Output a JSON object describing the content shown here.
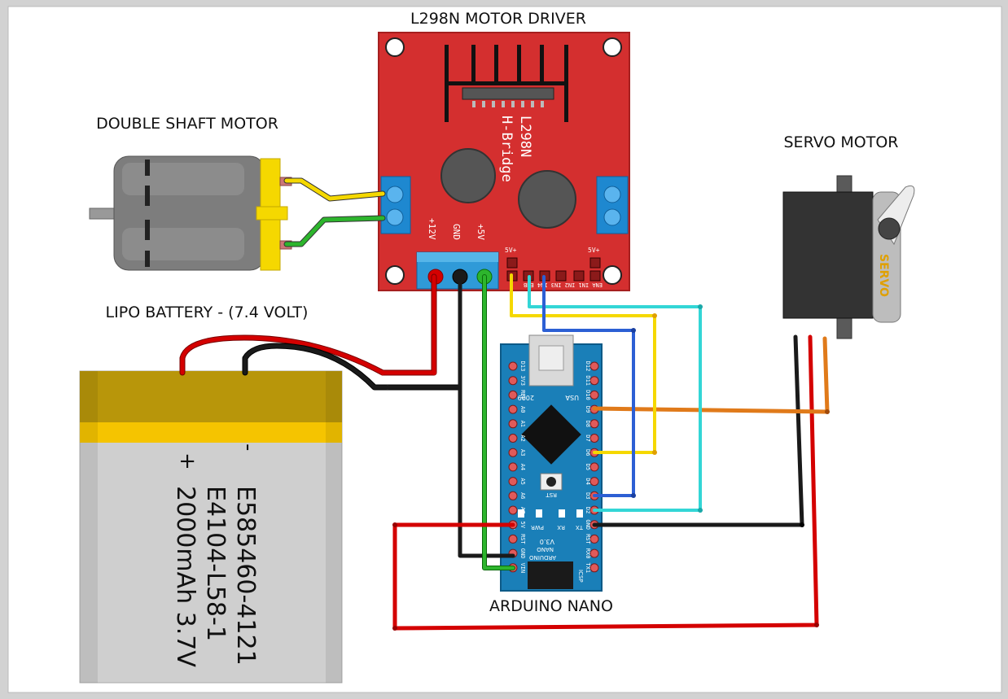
{
  "labels": {
    "l298n_title": "L298N MOTOR DRIVER",
    "motor_title": "DOUBLE SHAFT MOTOR",
    "servo_title": "SERVO MOTOR",
    "battery_title": "LIPO BATTERY - (7.4 VOLT)",
    "nano_title": "ARDUINO NANO"
  },
  "l298n": {
    "chip_line1": "L298N",
    "chip_line2": "H-Bridge",
    "pin_12v": "+12V",
    "pin_gnd": "GND",
    "pin_5v": "+5V",
    "pin_5v_left": "5V+",
    "pin_5v_right": "5V+",
    "header_pins": "ENA IN1 IN2 IN3 IN4 ENB"
  },
  "battery": {
    "plus": "+",
    "minus": "-",
    "line1": "E585460-4121",
    "line2": "E4104-L58-1",
    "line3": "2000mAh 3.7V"
  },
  "servo": {
    "brand": "SERVO"
  },
  "nano": {
    "brand": "ARDUINO",
    "model": "NANO",
    "version": "V3.0",
    "year": "2009",
    "usa": "USA",
    "rst": "RST",
    "led_l": "L",
    "led_pwr": "PWR",
    "led_tx": "TX",
    "led_rx": "RX",
    "icsp": "ICSP",
    "left_pins": [
      "D13",
      "3V3",
      "REF",
      "A0",
      "A1",
      "A2",
      "A3",
      "A4",
      "A5",
      "A6",
      "A7",
      "5V",
      "RST",
      "GND",
      "VIN"
    ],
    "right_pins": [
      "D12",
      "D11",
      "D10",
      "D9",
      "D8",
      "D7",
      "D6",
      "D5",
      "D4",
      "D3",
      "D2",
      "GND",
      "RST",
      "RX0",
      "TX1"
    ]
  },
  "colors": {
    "board_red": "#d42f2f",
    "nano_blue": "#1a7fb8",
    "terminal_blue": "#1e88d0",
    "wire_red": "#d40000",
    "wire_black": "#1a1a1a",
    "wire_green": "#2db52d",
    "wire_yellow": "#f5d800",
    "wire_cyan": "#33d6d6",
    "wire_blue": "#2c5fd4",
    "wire_orange": "#e07a1a",
    "battery_gold": "#b8960a",
    "battery_yellow": "#f5c400",
    "battery_gray": "#cfcfcf"
  }
}
